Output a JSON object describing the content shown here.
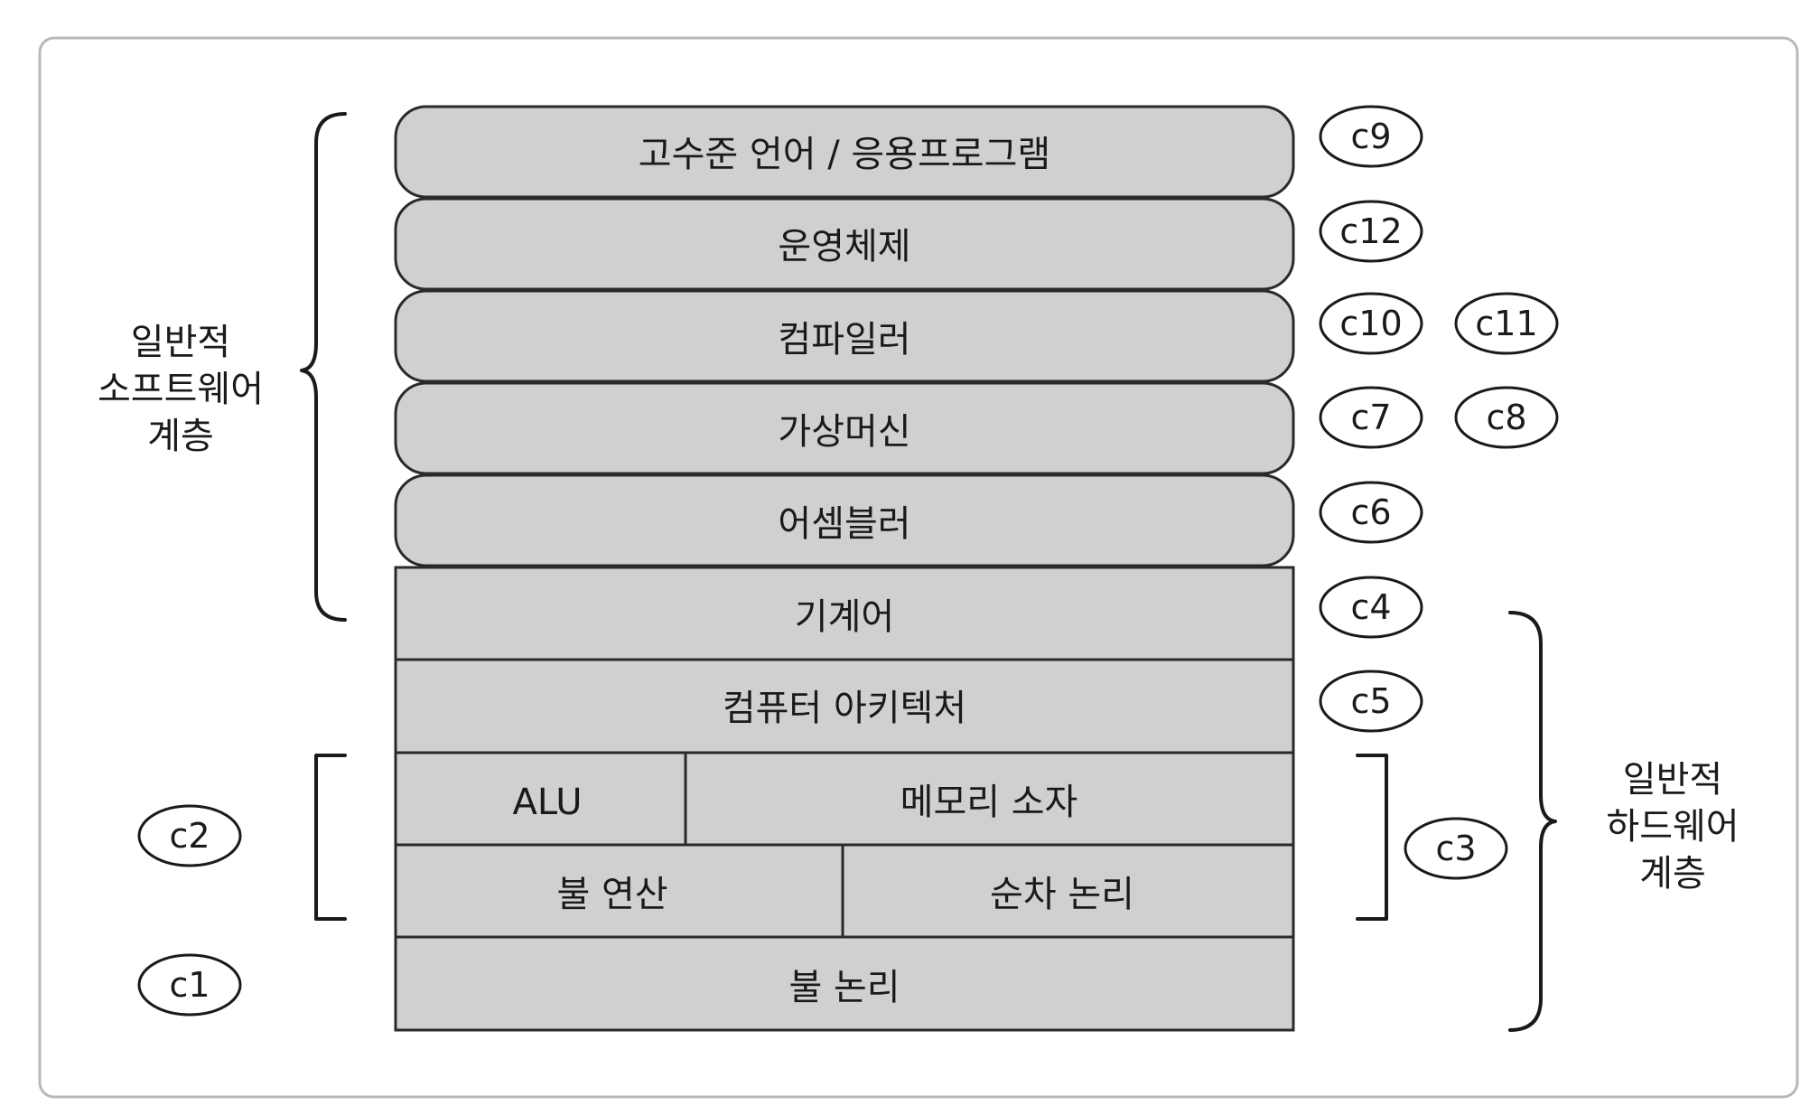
{
  "colors": {
    "layer_fill": "#d0d0d0",
    "stroke": "#1a1a1a",
    "frame_border": "#b8b8b8",
    "background": "#ffffff"
  },
  "layers": {
    "hll": "고수준 언어 / 응용프로그램",
    "os": "운영체제",
    "compiler": "컴파일러",
    "vm": "가상머신",
    "assembler": "어셈블러",
    "machine": "기계어",
    "arch": "컴퓨터 아키텍처",
    "alu": "ALU",
    "memory": "메모리 소자",
    "bool_arith": "불 연산",
    "seq_logic": "순차 논리",
    "bool_logic": "불 논리"
  },
  "tags": {
    "c1": "c1",
    "c2": "c2",
    "c3": "c3",
    "c4": "c4",
    "c5": "c5",
    "c6": "c6",
    "c7": "c7",
    "c8": "c8",
    "c9": "c9",
    "c10": "c10",
    "c11": "c11",
    "c12": "c12"
  },
  "groups": {
    "software": [
      "일반적",
      "소프트웨어",
      "계층"
    ],
    "hardware": [
      "일반적",
      "하드웨어",
      "계층"
    ]
  }
}
